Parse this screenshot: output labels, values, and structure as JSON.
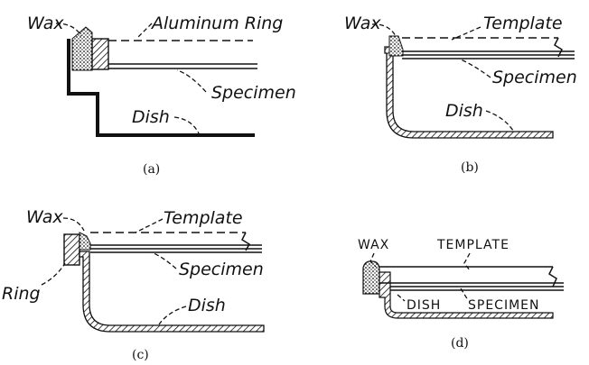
{
  "panels": [
    {
      "id": "a",
      "caption": "(a)",
      "labels": {
        "wax": "Wax",
        "ring": "Aluminum Ring",
        "specimen": "Specimen",
        "dish": "Dish"
      }
    },
    {
      "id": "b",
      "caption": "(b)",
      "labels": {
        "wax": "Wax",
        "template": "Template",
        "specimen": "Specimen",
        "dish": "Dish"
      }
    },
    {
      "id": "c",
      "caption": "(c)",
      "labels": {
        "wax": "Wax",
        "template": "Template",
        "ring": "Ring",
        "specimen": "Specimen",
        "dish": "Dish"
      }
    },
    {
      "id": "d",
      "caption": "(d)",
      "labels": {
        "wax": "WAX",
        "template": "TEMPLATE",
        "dish": "DISH",
        "specimen": "SPECIMEN"
      }
    }
  ]
}
